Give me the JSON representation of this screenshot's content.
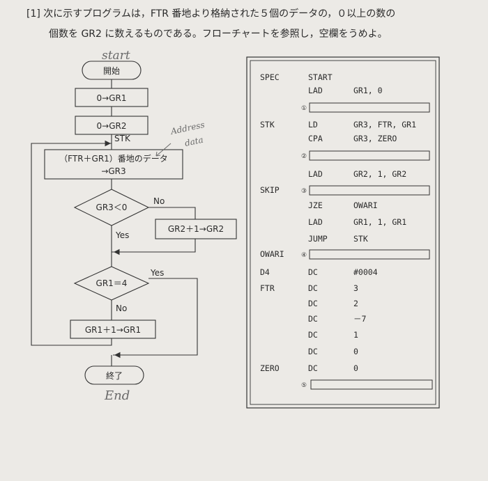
{
  "question": {
    "line1": "[1] 次に示すプログラムは，FTR 番地より格納された５個のデータの，０以上の数の",
    "line2": "個数を GR2 に数えるものである。フローチャートを参照し，空欄をうめよ。"
  },
  "handwriting": {
    "start": "start",
    "address": "Address",
    "data": "data",
    "end": "End"
  },
  "flowchart": {
    "start": "開始",
    "box_gr1": "0→GR1",
    "box_gr2": "0→GR2",
    "label_stk": "STK",
    "load_line1": "（FTR＋GR1）番地のデータ",
    "load_line2": "→GR3",
    "dec1": "GR3＜0",
    "dec1_no": "No",
    "dec1_yes": "Yes",
    "box_inc_gr2": "GR2＋1→GR2",
    "dec2": "GR1＝4",
    "dec2_yes": "Yes",
    "dec2_no": "No",
    "box_inc_gr1": "GR1＋1→GR1",
    "end": "終了"
  },
  "program": {
    "rows": [
      {
        "label": "SPEC",
        "op": "START",
        "operand": ""
      },
      {
        "label": "",
        "op": "LAD",
        "operand": "GR1, 0"
      },
      {
        "blank": "①"
      },
      {
        "label": "STK",
        "op": "LD",
        "operand": "GR3, FTR, GR1"
      },
      {
        "label": "",
        "op": "CPA",
        "operand": "GR3, ZERO"
      },
      {
        "blank": "②"
      },
      {
        "label": "",
        "op": "LAD",
        "operand": "GR2, 1, GR2"
      },
      {
        "label": "SKIP",
        "blank": "③"
      },
      {
        "label": "",
        "op": "JZE",
        "operand": "OWARI"
      },
      {
        "label": "",
        "op": "LAD",
        "operand": "GR1, 1, GR1"
      },
      {
        "label": "",
        "op": "JUMP",
        "operand": "STK"
      },
      {
        "label": "OWARI",
        "blank": "④"
      },
      {
        "label": "D4",
        "op": "DC",
        "operand": "#0004"
      },
      {
        "label": "FTR",
        "op": "DC",
        "operand": "3"
      },
      {
        "label": "",
        "op": "DC",
        "operand": "2"
      },
      {
        "label": "",
        "op": "DC",
        "operand": "－7"
      },
      {
        "label": "",
        "op": "DC",
        "operand": "1"
      },
      {
        "label": "",
        "op": "DC",
        "operand": "0"
      },
      {
        "label": "ZERO",
        "op": "DC",
        "operand": "0"
      },
      {
        "blank": "⑤"
      }
    ]
  }
}
